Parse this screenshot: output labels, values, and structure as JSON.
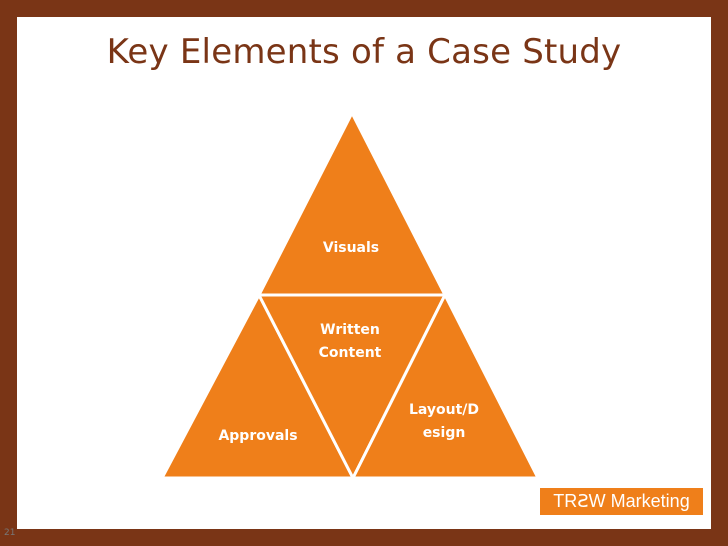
{
  "slide": {
    "title": "Key Elements of a Case Study",
    "page_number": "21"
  },
  "diagram": {
    "top_label": "Visuals",
    "center_label_line1": "Written",
    "center_label_line2": "Content",
    "left_label": "Approvals",
    "right_label_line1": "Layout/D",
    "right_label_line2": "esign"
  },
  "logo": {
    "text": "TRꙄW Marketing"
  },
  "colors": {
    "border": "#7a3516",
    "triangle_fill": "#ef7f1a",
    "triangle_stroke": "#ffffff",
    "title": "#7a3516"
  }
}
